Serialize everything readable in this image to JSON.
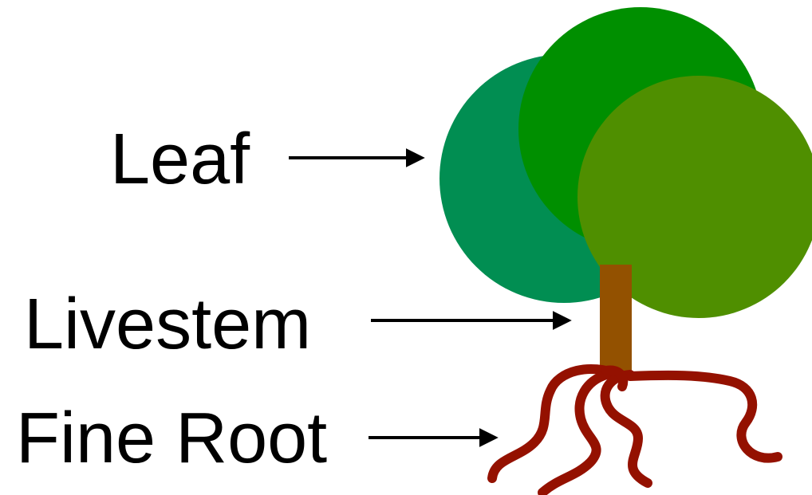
{
  "labels": {
    "leaf": "Leaf",
    "livestem": "Livestem",
    "fine_root": "Fine Root"
  },
  "colors": {
    "leaf_left": "#018E52",
    "leaf_top": "#008F00",
    "leaf_right": "#4F8F00",
    "trunk": "#935100",
    "roots": "#941100",
    "arrow": "#000000"
  },
  "icons": {
    "tree": "tree-icon",
    "arrow": "arrow-right-icon"
  }
}
